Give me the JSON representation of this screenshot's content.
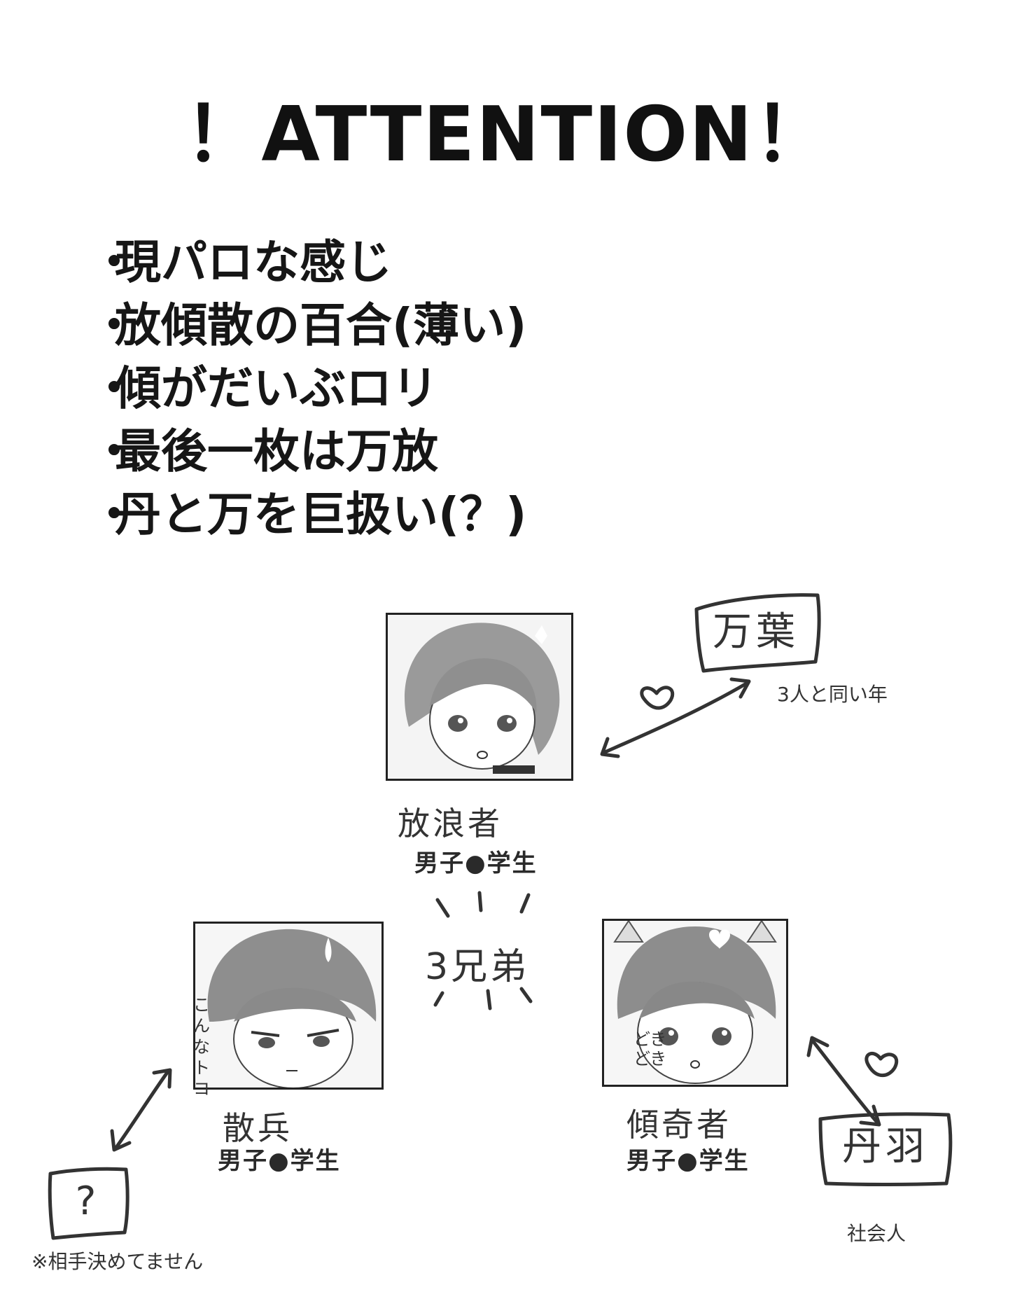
{
  "title": "！ATTENTION！",
  "notes": [
    "現パロな感じ",
    "放傾散の百合(薄い)",
    "傾がだいぶロリ",
    "最後一枚は万放",
    "丹と万を巨扱い(？)"
  ],
  "note_bullet": "・",
  "characters": {
    "top": {
      "name": "放浪者",
      "role": "男子●学生"
    },
    "left": {
      "name": "散兵",
      "role": "男子●学生"
    },
    "right": {
      "name": "傾奇者",
      "role": "男子●学生",
      "sfx": "どきどき"
    }
  },
  "center_label": "3兄弟",
  "partners": {
    "top_right": {
      "name": "万葉",
      "note": "3人と同い年"
    },
    "bottom_right": {
      "name": "丹羽",
      "note": "社会人"
    },
    "bottom_left": {
      "name": "?",
      "note": "※相手決めてません"
    }
  },
  "left_sfx": "こんなトコ"
}
